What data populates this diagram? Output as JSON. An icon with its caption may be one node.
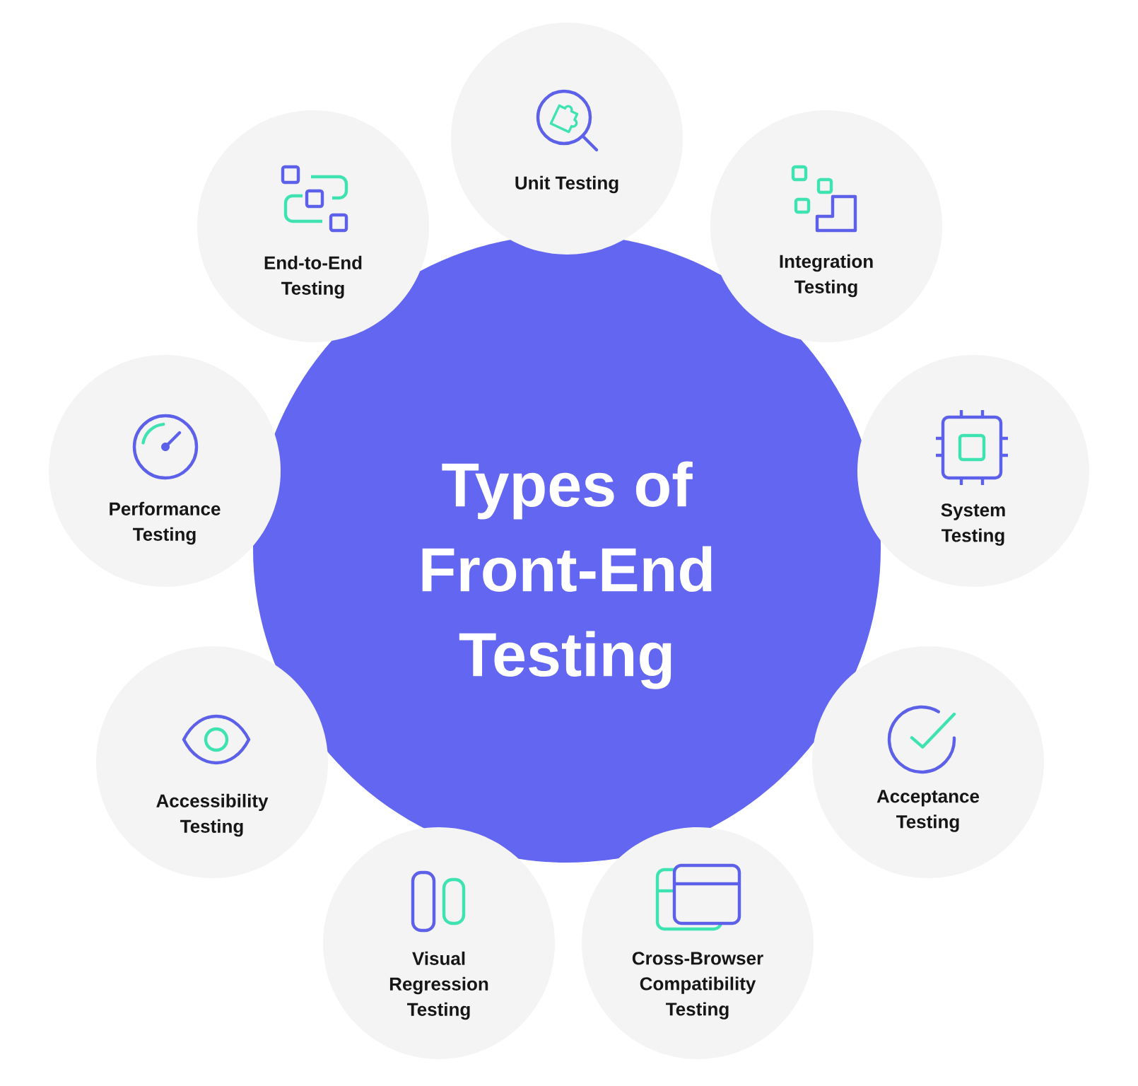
{
  "diagram": {
    "nodes": [
      {
        "text": [
          "Types of Front-End Testing"
        ]
      },
      {
        "text": [
          "Unit Testing"
        ]
      },
      {
        "text": [
          "End-to-End Testing"
        ]
      },
      {
        "text": [
          "Integration Testing"
        ]
      },
      {
        "text": [
          "Performance Testing"
        ]
      },
      {
        "text": [
          "System Testing"
        ]
      },
      {
        "text": [
          "Accessibility Testing"
        ]
      },
      {
        "text": [
          "Acceptance Testing"
        ]
      },
      {
        "text": [
          "Visual Regression Testing"
        ]
      },
      {
        "text": [
          "Cross-Browser Compatibility Testing"
        ]
      }
    ]
  }
}
